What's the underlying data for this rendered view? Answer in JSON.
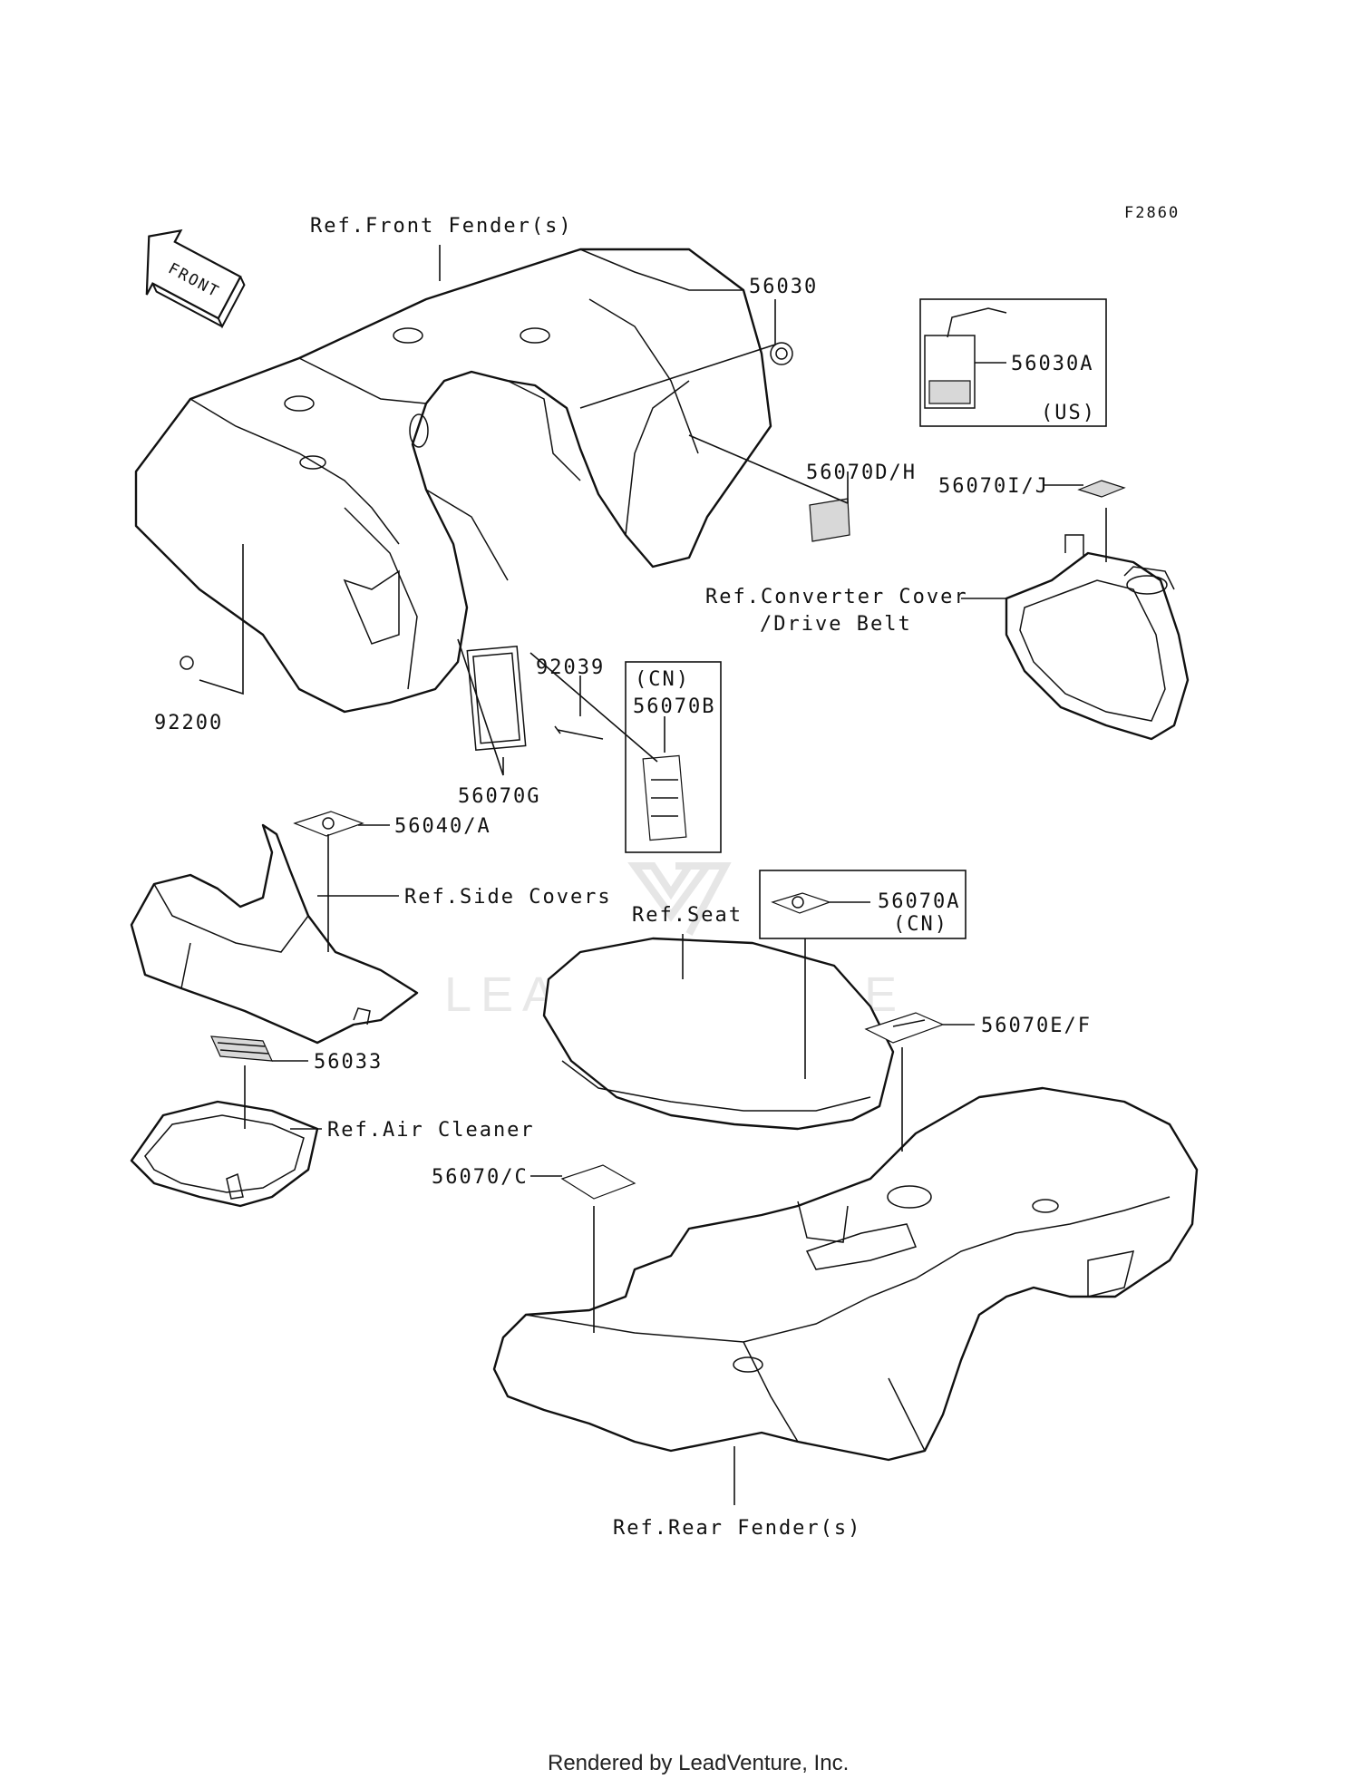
{
  "diagram": {
    "figure_code": "F2860",
    "footer": "Rendered by LeadVenture, Inc.",
    "watermark": "LEADVENTURE",
    "front_arrow": "FRONT",
    "labels": {
      "ref_front_fender": "Ref.Front Fender(s)",
      "p56030": "56030",
      "p56030A": "56030A",
      "us": "(US)",
      "p56070DH": "56070D/H",
      "p56070IJ": "56070I/J",
      "ref_converter_1": "Ref.Converter Cover",
      "ref_converter_2": "/Drive Belt",
      "p92039": "92039",
      "cn_b": "(CN)",
      "p56070B": "56070B",
      "p92200": "92200",
      "p56070G": "56070G",
      "p56040A": "56040/A",
      "ref_side_covers": "Ref.Side Covers",
      "ref_seat": "Ref.Seat",
      "p56070A": "56070A",
      "cn_a": "(CN)",
      "p56070EF": "56070E/F",
      "p56033": "56033",
      "ref_air_cleaner": "Ref.Air Cleaner",
      "p56070C": "56070/C",
      "ref_rear_fender": "Ref.Rear Fender(s)"
    }
  }
}
